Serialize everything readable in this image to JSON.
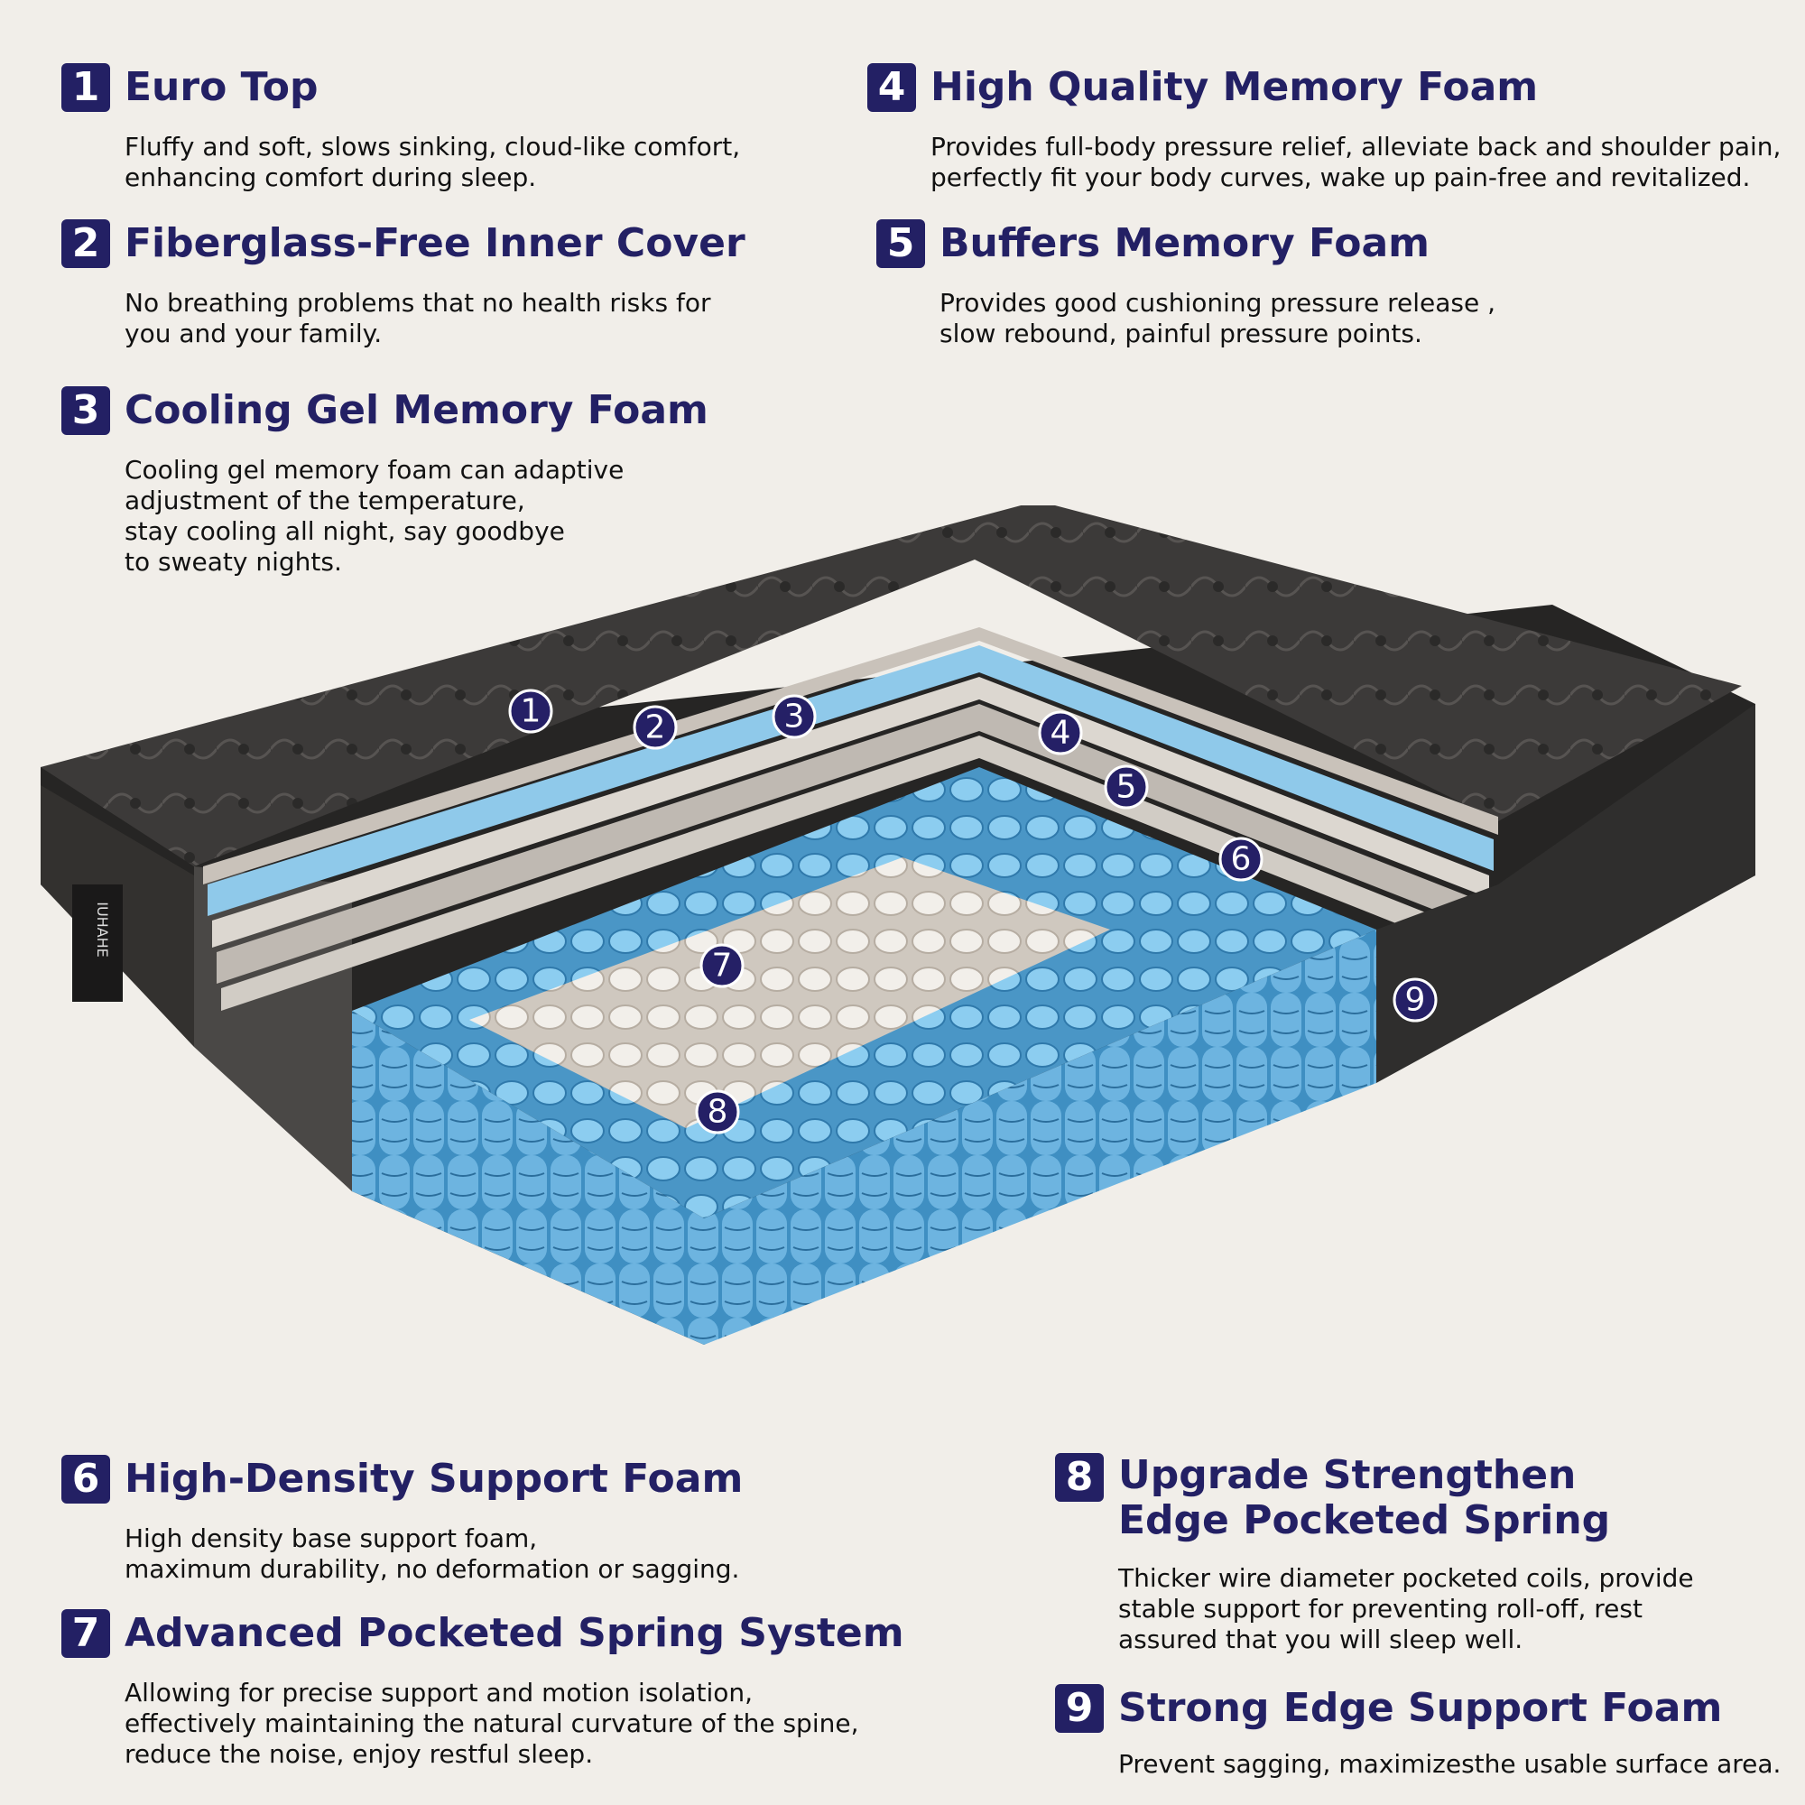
{
  "features": [
    {
      "number": "1",
      "title": [
        "Euro Top"
      ],
      "description": [
        "Fluffy and soft, slows sinking, cloud-like comfort,",
        "enhancing comfort during sleep."
      ]
    },
    {
      "number": "2",
      "title": [
        "Fiberglass-Free Inner Cover"
      ],
      "description": [
        "No breathing problems that no health risks for",
        "you and your family."
      ]
    },
    {
      "number": "3",
      "title": [
        "Cooling Gel Memory Foam"
      ],
      "description": [
        "Cooling gel memory foam can adaptive",
        "adjustment of the temperature,",
        "stay cooling all night, say goodbye",
        "to sweaty nights."
      ]
    },
    {
      "number": "4",
      "title": [
        "High Quality Memory Foam"
      ],
      "description": [
        "Provides full-body pressure relief, alleviate back and shoulder pain,",
        "perfectly fit your body curves, wake up pain-free and revitalized."
      ]
    },
    {
      "number": "5",
      "title": [
        "Buffers Memory Foam"
      ],
      "description": [
        "Provides good cushioning pressure release ,",
        "slow rebound, painful pressure points."
      ]
    },
    {
      "number": "6",
      "title": [
        "High-Density Support Foam"
      ],
      "description": [
        "High density base support foam,",
        "maximum durability, no deformation or sagging."
      ]
    },
    {
      "number": "7",
      "title": [
        "Advanced Pocketed Spring System"
      ],
      "description": [
        "Allowing for precise support and motion isolation,",
        "effectively maintaining the natural curvature of the spine,",
        "reduce the noise, enjoy restful sleep."
      ]
    },
    {
      "number": "8",
      "title": [
        "Upgrade Strengthen",
        "Edge Pocketed Spring"
      ],
      "description": [
        "Thicker wire diameter pocketed coils, provide",
        "stable support for preventing roll-off, rest",
        "assured that you will sleep well."
      ]
    },
    {
      "number": "9",
      "title": [
        "Strong Edge Support Foam"
      ],
      "description": [
        "Prevent sagging, maximizesthe usable surface area."
      ]
    }
  ],
  "diagram": {
    "markers": [
      "1",
      "2",
      "3",
      "4",
      "5",
      "6",
      "7",
      "8",
      "9"
    ],
    "brand_label": "IUHAHE"
  },
  "colors": {
    "marker": "#252066",
    "heading": "#232064",
    "background": "#f1eee9",
    "spring_blue": "#5aa9d6",
    "spring_white": "#e8e4de",
    "cover": "#3a3838"
  }
}
